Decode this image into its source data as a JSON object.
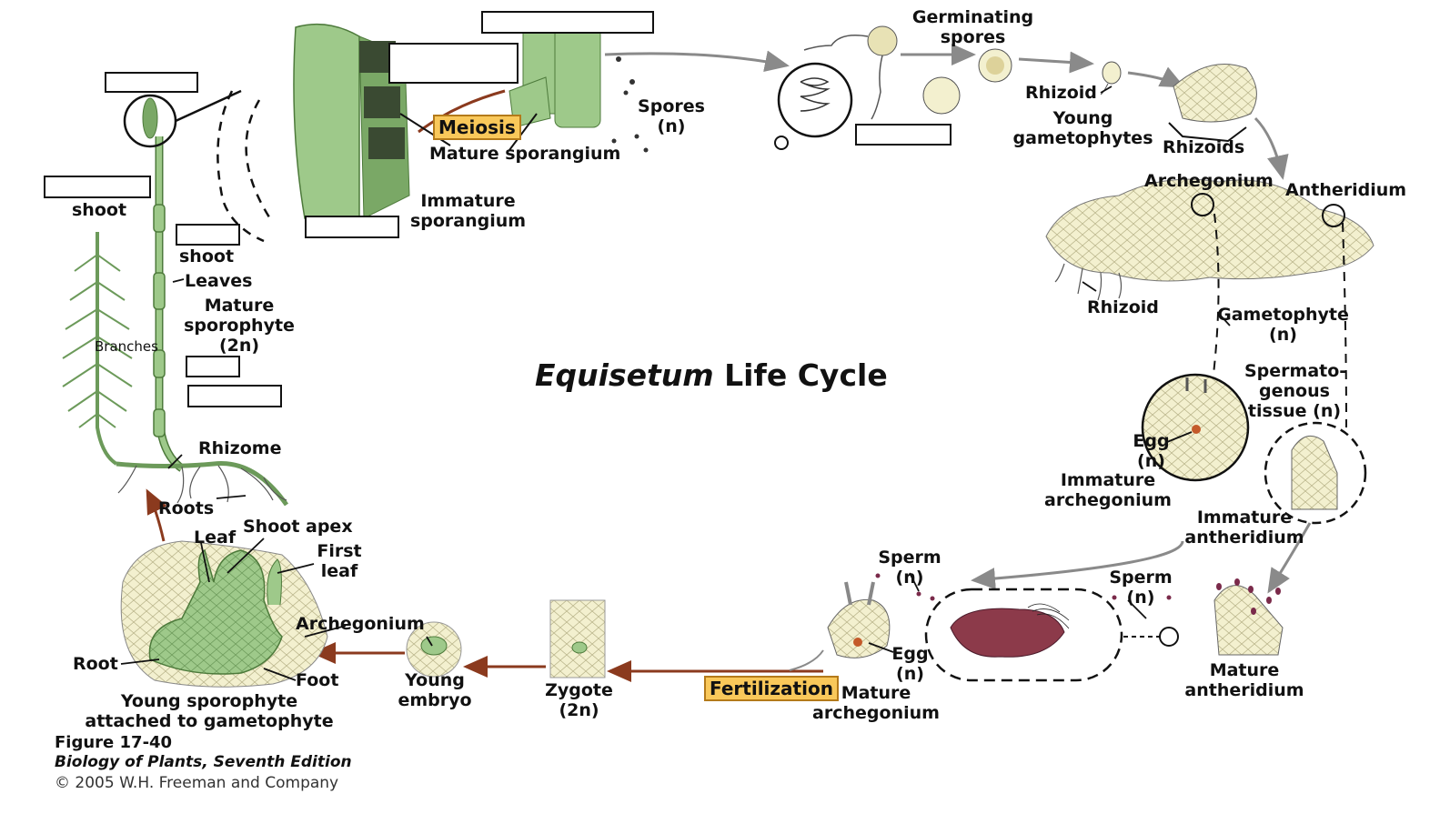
{
  "title": {
    "italic": "Equisetum",
    "rest": " Life Cycle"
  },
  "labels": {
    "shoot_left": "shoot",
    "shoot_mid": "shoot",
    "leaves": "Leaves",
    "mature_sporophyte": "Mature sporophyte (2n)",
    "branches": "Branches",
    "rhizome": "Rhizome",
    "roots": "Roots",
    "meiosis": "Meiosis",
    "mature_sporangium": "Mature sporangium",
    "immature_sporangium": "Immature sporangium",
    "spores": "Spores (n)",
    "germinating_spores": "Germinating spores",
    "rhizoid_top": "Rhizoid",
    "young_gametophytes": "Young gametophytes",
    "rhizoids": "Rhizoids",
    "archegonium_top": "Archegonium",
    "antheridium": "Antheridium",
    "rhizoid_mid": "Rhizoid",
    "gametophyte": "Gametophyte (n)",
    "spermatogenous": "Spermato- genous tissue (n)",
    "egg_top": "Egg (n)",
    "immature_archegonium": "Immature archegonium",
    "immature_antheridium": "Immature antheridium",
    "sperm_left": "Sperm (n)",
    "sperm_right": "Sperm (n)",
    "mature_antheridium": "Mature antheridium",
    "egg_bottom": "Egg (n)",
    "mature_archegonium": "Mature archegonium",
    "fertilization": "Fertilization",
    "zygote": "Zygote (2n)",
    "young_embryo": "Young embryo",
    "archegonium_bottom": "Archegonium",
    "shoot_apex": "Shoot apex",
    "leaf": "Leaf",
    "first_leaf": "First leaf",
    "root": "Root",
    "foot": "Foot",
    "young_sporophyte": "Young sporophyte attached to gametophyte"
  },
  "figure": {
    "number": "Figure 17-40",
    "book": "Biology of Plants, Seventh Edition",
    "copyright": "© 2005 W.H. Freeman and Company"
  },
  "colors": {
    "plant_green": "#9ec98a",
    "dark_green": "#4d7a3b",
    "cell_cream": "#f3f0cf",
    "arrow_brown": "#8b3a1e",
    "arrow_gray": "#8a8a8a",
    "tag_fill": "#f9c85a",
    "sperm_purple": "#7a2a4a",
    "antheridium_red": "#8c3a4a"
  }
}
